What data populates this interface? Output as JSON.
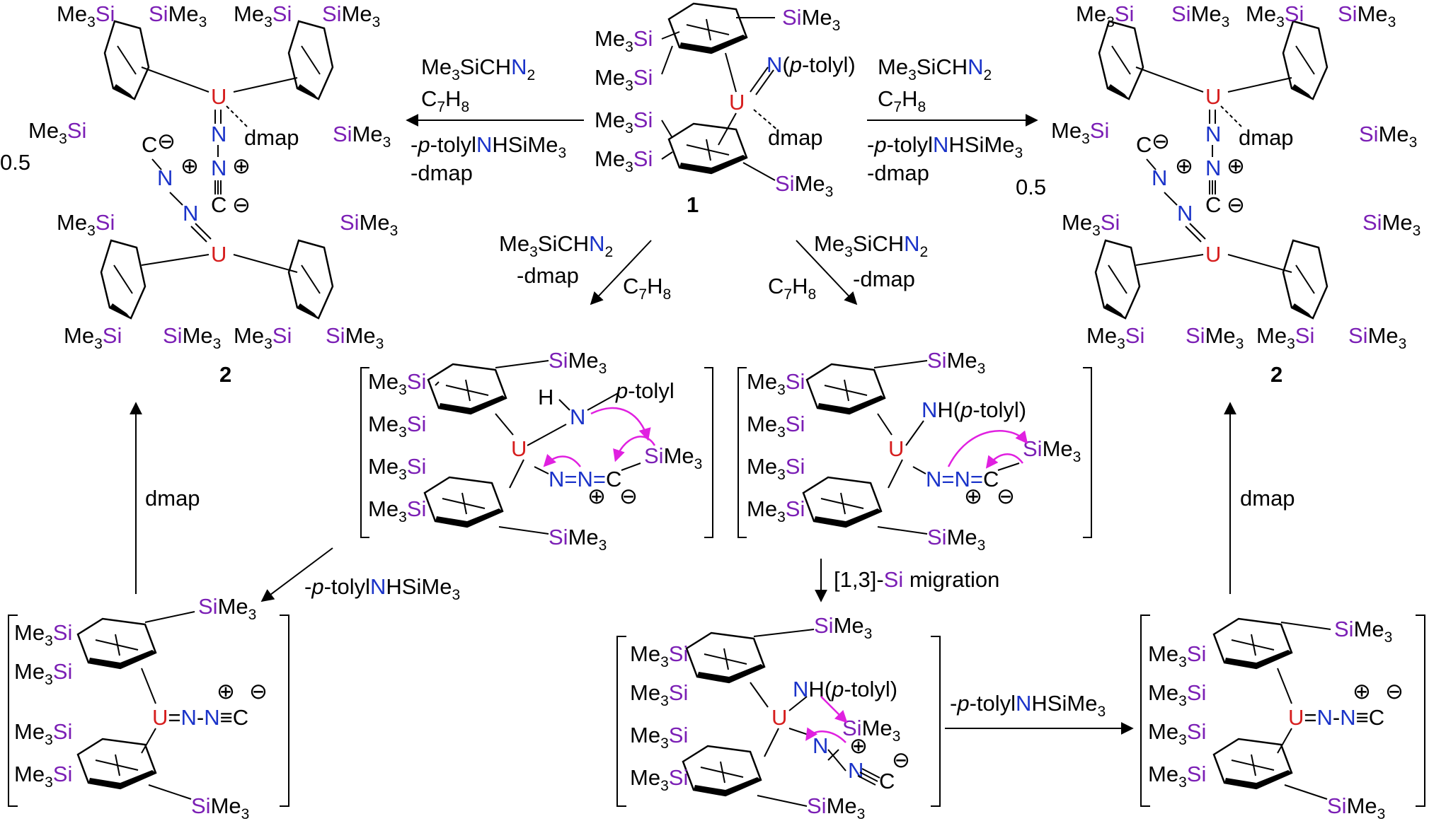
{
  "diagram": {
    "compound_labels": {
      "c1": "1",
      "c2": "2",
      "half": "0.5"
    },
    "reagents": {
      "diazo": "Me3SiCHN2",
      "toluene": "C7H8",
      "amine_loss": "-p-tolylNHSiMe3",
      "dmap_loss": "-dmap",
      "dmap": "dmap",
      "migration": "[1,3]-Si migration"
    },
    "atoms": {
      "u": "U",
      "n": "N",
      "c": "C",
      "h": "H",
      "sime3": "SiMe3",
      "me3si": "Me3Si",
      "imido": "N(p-tolyl)",
      "amido": "NH(p-tolyl)",
      "ptolyl": "p-tolyl",
      "dmap_ligand": "dmap",
      "plus": "⊕",
      "minus": "⊖"
    },
    "colors": {
      "silicon": "#7b1fb5",
      "nitrogen": "#1a33c9",
      "uranium": "#d61e1e",
      "curly_arrow": "#e020e0"
    }
  }
}
